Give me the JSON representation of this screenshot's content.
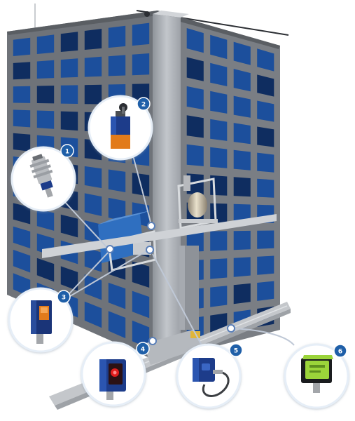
{
  "callouts": [
    {
      "number": "1",
      "device": "inductive-proximity-sensor"
    },
    {
      "number": "2",
      "device": "limit-switch"
    },
    {
      "number": "3",
      "device": "photoelectric-sensor"
    },
    {
      "number": "4",
      "device": "photoelectric-sensor-red-emitter"
    },
    {
      "number": "5",
      "device": "inductive-sensor-with-cable"
    },
    {
      "number": "6",
      "device": "rfid-sensor"
    }
  ],
  "colors": {
    "badge": "#1f5fa8",
    "leader_line": "#bfc8d6",
    "building_frame": "#7c8086",
    "building_frame_dark": "#5a5e63",
    "window_blue": "#1c4f9c",
    "window_dark": "#0f2d60",
    "crane_mast": "#a7abb1",
    "floor_rail": "#c4c7cb",
    "callout_border": "#e6eef7",
    "sensor_blue": "#1d3c8a",
    "sensor_red": "#e11d1d",
    "sensor_orange": "#e27b1b",
    "sensor_green": "#9bd43a"
  }
}
